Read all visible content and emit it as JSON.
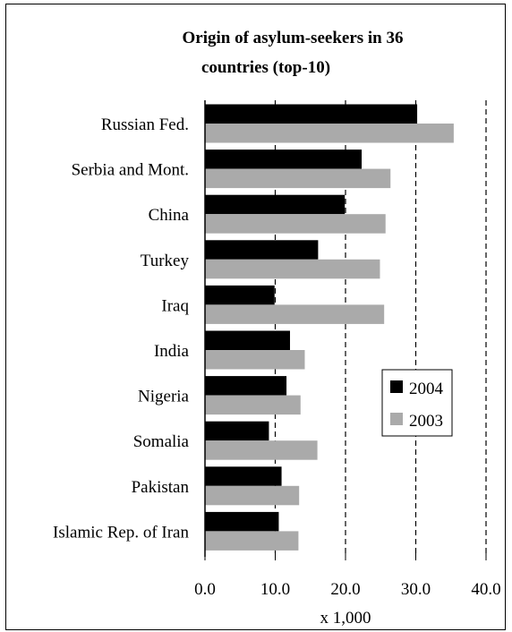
{
  "chart_data": {
    "type": "bar",
    "orientation": "horizontal",
    "title_lines": [
      "Origin of asylum-seekers in 36",
      "countries (top-10)"
    ],
    "categories": [
      "Russian Fed.",
      "Serbia and Mont.",
      "China",
      "Turkey",
      "Iraq",
      "India",
      "Nigeria",
      "Somalia",
      "Pakistan",
      "Islamic Rep. of Iran"
    ],
    "series": [
      {
        "name": "2004",
        "color": "#000000",
        "values": [
          30.2,
          22.3,
          19.9,
          16.1,
          9.9,
          12.1,
          11.6,
          9.1,
          10.9,
          10.5
        ]
      },
      {
        "name": "2003",
        "color": "#aaaaaa",
        "values": [
          35.4,
          26.4,
          25.7,
          24.9,
          25.5,
          14.2,
          13.6,
          16.0,
          13.4,
          13.3
        ]
      }
    ],
    "xlim": [
      0,
      40
    ],
    "xticks": [
      "0.0",
      "10.0",
      "20.0",
      "30.0",
      "40.0"
    ],
    "xlabel": "x 1,000",
    "gridlines": "dashed vertical",
    "legend_placement": "right"
  }
}
